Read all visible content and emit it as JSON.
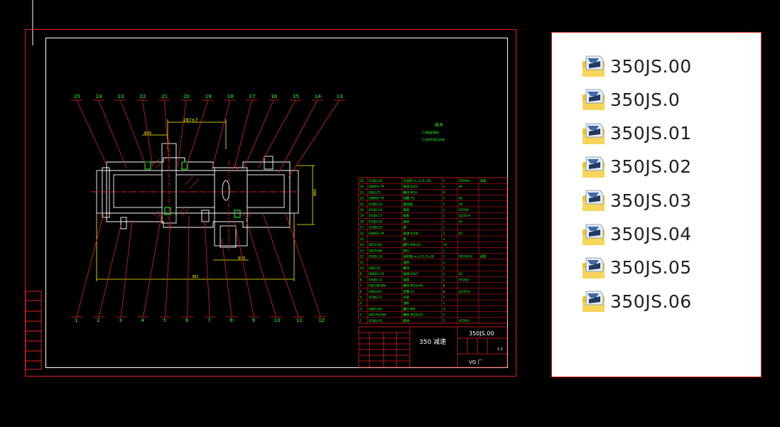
{
  "drawing": {
    "balloons_top": [
      "25",
      "24",
      "23",
      "22",
      "21",
      "20",
      "19",
      "18",
      "17",
      "16",
      "15",
      "14",
      "13"
    ],
    "balloons_bottom": [
      "1",
      "2",
      "3",
      "4",
      "5",
      "6",
      "7",
      "8",
      "9",
      "10",
      "11",
      "12"
    ],
    "dim_center": "287±7",
    "dim_left": "Φ85",
    "dim_height": "Φ82",
    "dim_shaft": "Φ70",
    "dim_length": "381",
    "tech_title": "技术",
    "tech_line1": "1.装配前清洗",
    "tech_line2": "2.运转平稳无异响"
  },
  "title_block": {
    "drawing_no": "350JS.00",
    "name": "350 减速",
    "scale": "1:2",
    "company": "VG 厂"
  },
  "bom_rows": [
    [
      "25",
      "350JS.20",
      "大齿轮 m=3 Z=56",
      "1",
      "35SiMn",
      "调质"
    ],
    [
      "24",
      "GB893-79",
      "轴承 6314",
      "1",
      "45",
      ""
    ],
    [
      "23",
      "GB6171",
      "螺母 M16",
      "6",
      "",
      ""
    ],
    [
      "22",
      "GB895-79",
      "挡圈 75",
      "1",
      "45",
      ""
    ],
    [
      "21",
      "350JS.19",
      "输出轴",
      "1",
      "45",
      ""
    ],
    [
      "20",
      "350JS.18",
      "端盖",
      "1",
      "HT200",
      ""
    ],
    [
      "19",
      "350JS.17",
      "轴套",
      "1",
      "Q235-A",
      ""
    ],
    [
      "18",
      "350JS.16",
      "齿轮",
      "1",
      "45",
      ""
    ],
    [
      "17",
      "350JS.15",
      "键",
      "1",
      "",
      ""
    ],
    [
      "16",
      "GB893-79",
      "轴承 6208",
      "2",
      "45",
      ""
    ],
    [
      "15",
      "",
      "销",
      "2",
      "",
      ""
    ],
    [
      "14",
      "GB70-85",
      "螺钉 M8x25",
      "16",
      "",
      ""
    ],
    [
      "13",
      "GB59-86",
      "垫片",
      "1",
      "",
      ""
    ],
    [
      "12",
      "350JS.14",
      "齿轮轴 m=2.5 Z=28",
      "1",
      "GB706-8",
      "调质"
    ],
    [
      "11",
      "",
      "油封",
      "1",
      "",
      ""
    ],
    [
      "10",
      "GB6171",
      "螺母",
      "1",
      "",
      ""
    ],
    [
      "9",
      "GB893-79",
      "轴承 6307",
      "2",
      "45",
      ""
    ],
    [
      "8",
      "350JS.13",
      "透盖",
      "1",
      "HT200",
      ""
    ],
    [
      "7",
      "GB5780-86",
      "螺栓 M12x40",
      "8",
      "",
      ""
    ],
    [
      "6",
      "GB93-87",
      "垫圈 12",
      "8",
      "Q235-A",
      ""
    ],
    [
      "5",
      "350JS.12",
      "闷盖",
      "1",
      "",
      ""
    ],
    [
      "4",
      "",
      "油标",
      "1",
      "",
      ""
    ],
    [
      "3",
      "GB65-85",
      "螺钉 M8",
      "4",
      "",
      ""
    ],
    [
      "2",
      "GB5783-86",
      "螺栓 M10x25",
      "2",
      "",
      ""
    ],
    [
      "1",
      "350JS.01",
      "箱体",
      "1",
      "HT200",
      ""
    ]
  ],
  "files": [
    {
      "name": "350JS.00"
    },
    {
      "name": "350JS.0"
    },
    {
      "name": "350JS.01"
    },
    {
      "name": "350JS.02"
    },
    {
      "name": "350JS.03"
    },
    {
      "name": "350JS.04"
    },
    {
      "name": "350JS.05"
    },
    {
      "name": "350JS.06"
    }
  ],
  "colors": {
    "background": "#000000",
    "frame_red": "#e0211d",
    "cad_white": "#ffffff",
    "cad_green": "#23ff23",
    "cad_yellow": "#ffff00",
    "panel_bg": "#ffffff"
  }
}
